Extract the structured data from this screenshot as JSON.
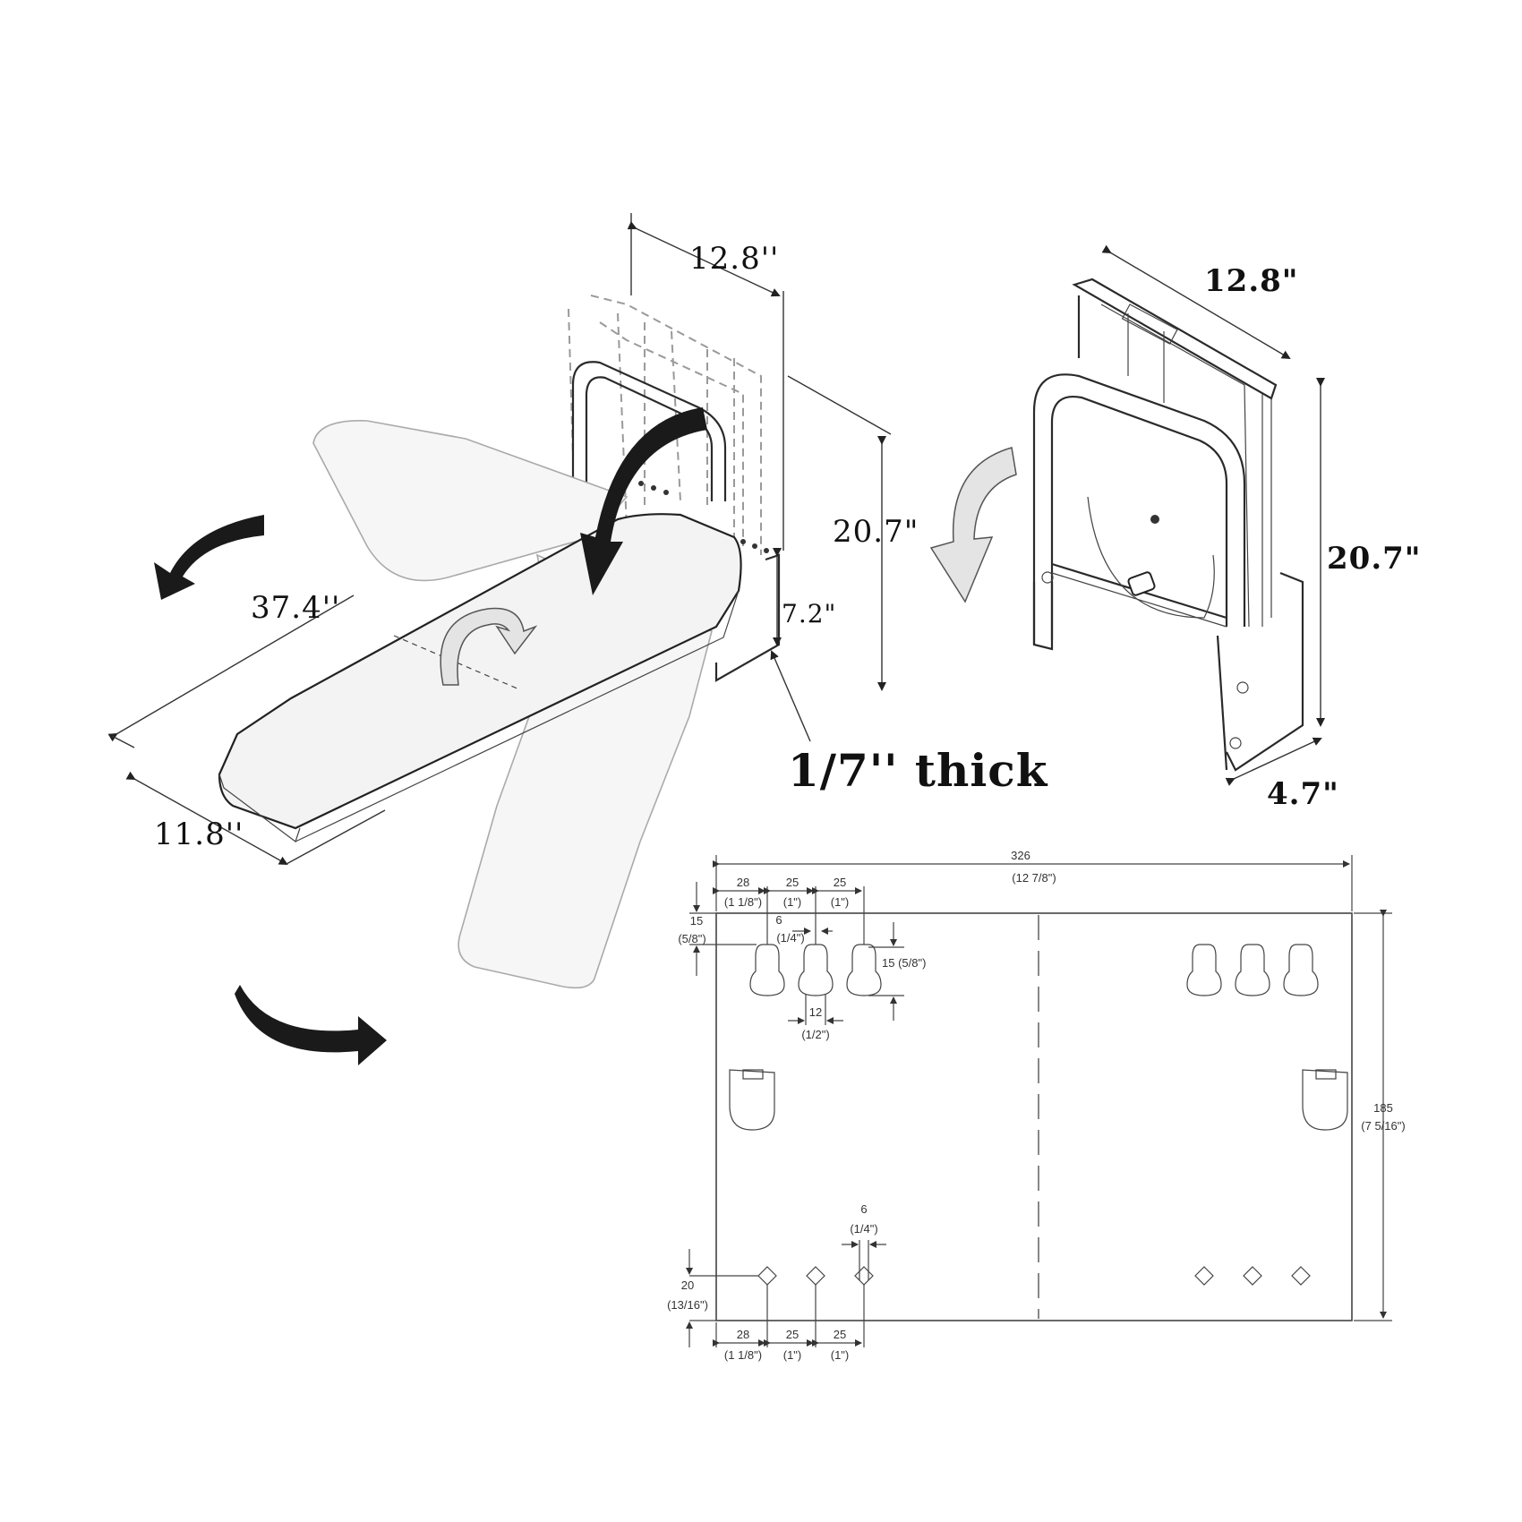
{
  "unfolded_view": {
    "depth_label": "12.8''",
    "height_label": "20.7\"",
    "length_label": "37.4''",
    "width_label": "11.8''",
    "bracket_label": "7.2\"",
    "thickness_label": "1/7'' thick"
  },
  "folded_view": {
    "width_label": "12.8\"",
    "height_label": "20.7\"",
    "depth_label": "4.7\""
  },
  "mounting_plate": {
    "overall_width": "326",
    "overall_width_in": "(12 7/8\")",
    "overall_height": "185",
    "overall_height_in": "(7 5/16\")",
    "top_edge_offset": "15",
    "top_edge_offset_in": "(5/8\")",
    "slot_width": "6",
    "slot_width_in": "(1/4\")",
    "slot_length": "15 (5/8\")",
    "slot_spacing": "12",
    "slot_spacing_in": "(1/2\")",
    "hole_size": "6",
    "hole_size_in": "(1/4\")",
    "bottom_edge_offset": "20",
    "bottom_edge_offset_in": "(13/16\")",
    "spacing_top": [
      {
        "mm": "28",
        "in": "(1 1/8\")"
      },
      {
        "mm": "25",
        "in": "(1\")"
      },
      {
        "mm": "25",
        "in": "(1\")"
      }
    ],
    "spacing_bottom": [
      {
        "mm": "28",
        "in": "(1 1/8\")"
      },
      {
        "mm": "25",
        "in": "(1\")"
      },
      {
        "mm": "25",
        "in": "(1\")"
      }
    ]
  }
}
